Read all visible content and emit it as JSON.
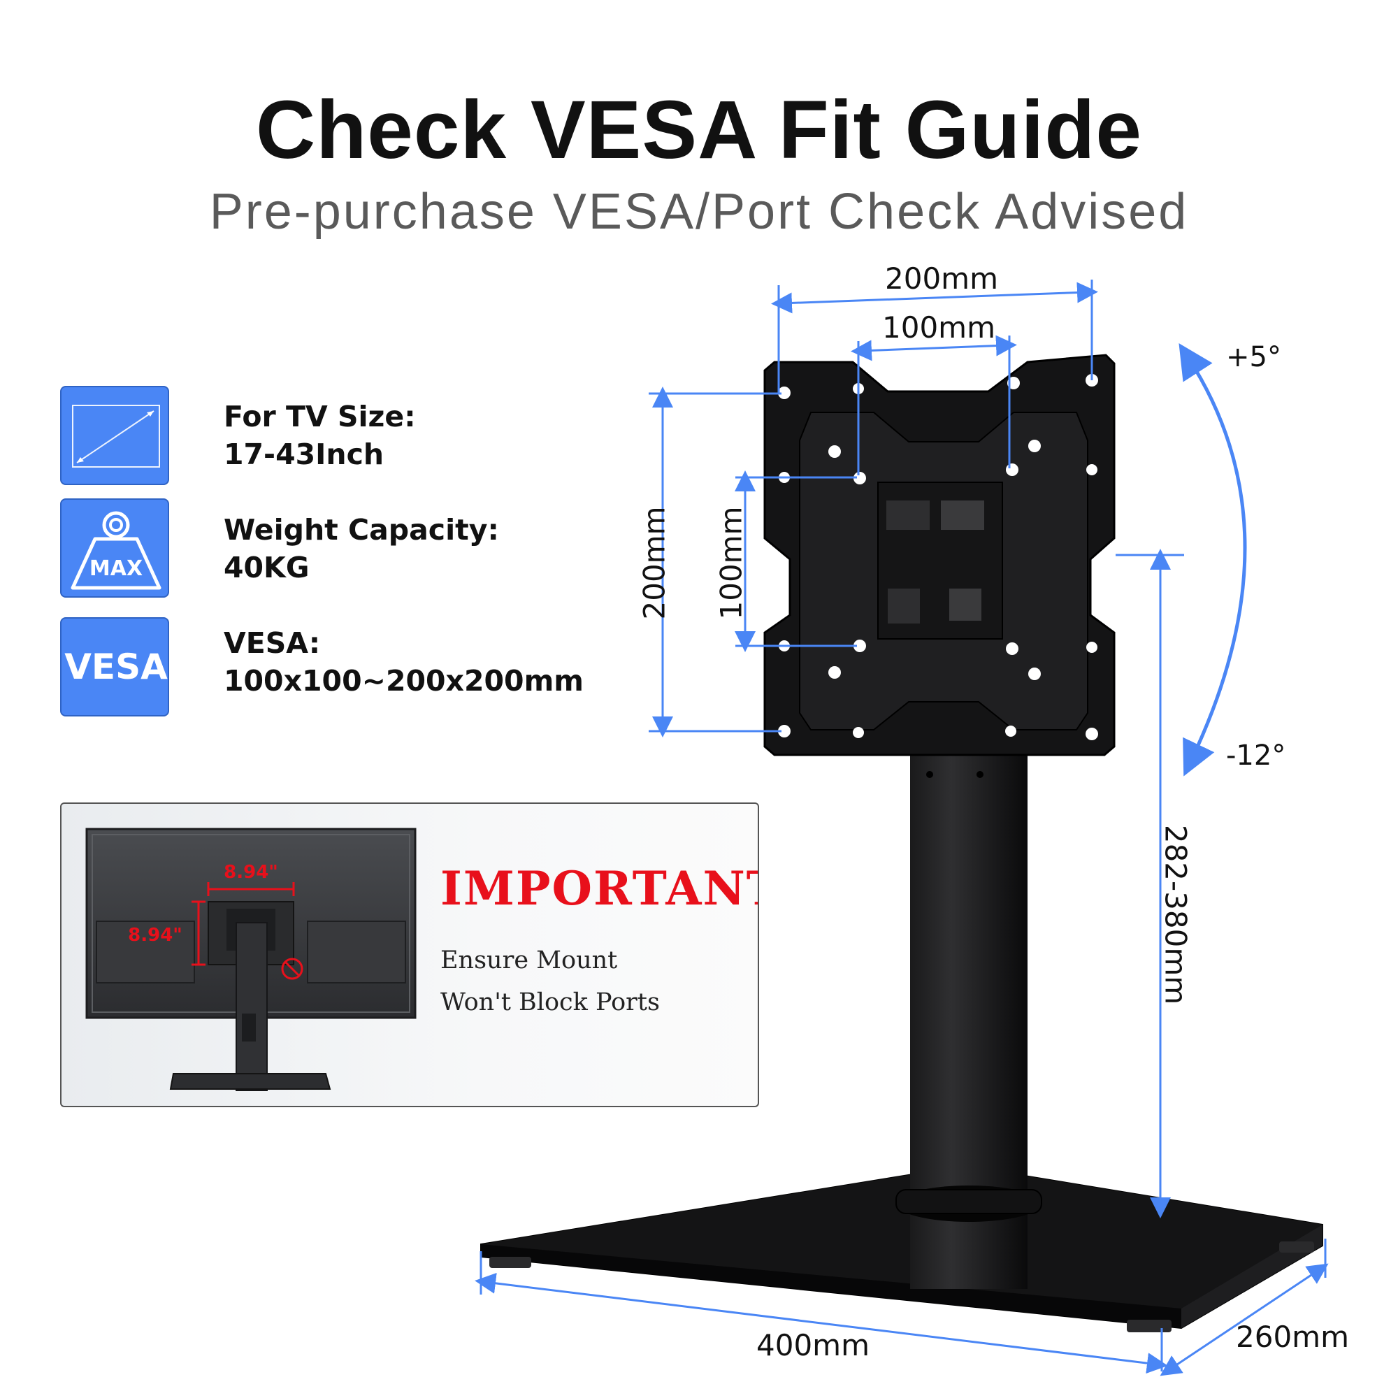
{
  "header": {
    "title": "Check VESA Fit Guide",
    "subtitle": "Pre-purchase VESA/Port Check Advised"
  },
  "specs": [
    {
      "icon": "tv-screen-icon",
      "label": "For TV Size:",
      "value": "17-43Inch"
    },
    {
      "icon": "weight-max-icon",
      "icon_text": "MAX",
      "label": "Weight Capacity:",
      "value": "40KG"
    },
    {
      "icon": "vesa-icon",
      "icon_text": "VESA",
      "label": "VESA:",
      "value": "100x100~200x200mm"
    }
  ],
  "important": {
    "title": "IMPORTANT!",
    "lines": [
      "Ensure Mount",
      "Won't Block Ports"
    ],
    "inset_width": "8.94\"",
    "inset_height": "8.94\""
  },
  "dimensions": {
    "top_outer": "200mm",
    "top_inner": "100mm",
    "left_outer": "200mm",
    "left_inner": "100mm",
    "height_range": "282-380mm",
    "base_width": "400mm",
    "base_depth": "260mm",
    "tilt_up": "+5°",
    "tilt_down": "-12°"
  },
  "colors": {
    "accent_blue": "#4a86f5",
    "dimension_blue": "#4a86f5",
    "important_red": "#e8101b",
    "stand_black": "#111111"
  }
}
